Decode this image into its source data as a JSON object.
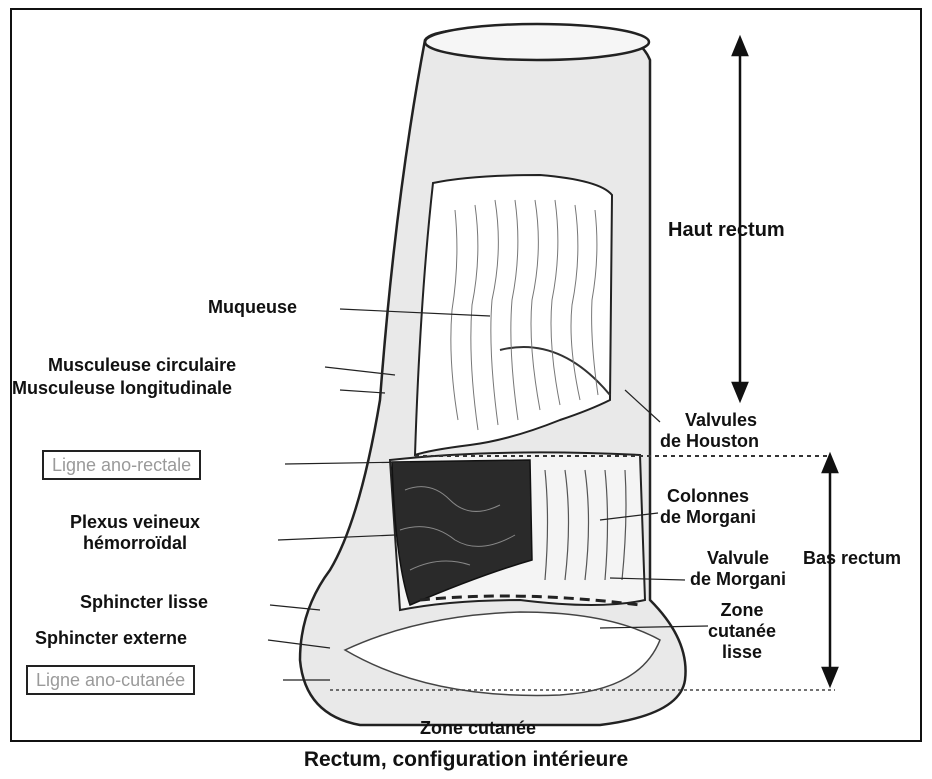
{
  "caption": "Rectum, configuration intérieure",
  "labels": {
    "haut_rectum": "Haut rectum",
    "muqueuse": "Muqueuse",
    "musculeuse_circulaire": "Musculeuse circulaire",
    "musculeuse_longitudinale": "Musculeuse longitudinale",
    "valvules_houston_1": "Valvules",
    "valvules_houston_2": "de Houston",
    "ligne_ano_rectale": "Ligne ano-rectale",
    "plexus_1": "Plexus veineux",
    "plexus_2": "hémorroïdal",
    "colonnes_1": "Colonnes",
    "colonnes_2": "de Morgani",
    "valvule_morgani_1": "Valvule",
    "valvule_morgani_2": "de Morgani",
    "bas_rectum": "Bas rectum",
    "sphincter_lisse": "Sphincter lisse",
    "sphincter_externe": "Sphincter externe",
    "zone_cutanee_lisse_1": "Zone",
    "zone_cutanee_lisse_2": "cutanée",
    "zone_cutanee_lisse_3": "lisse",
    "ligne_ano_cutanee": "Ligne ano-cutanée",
    "zone_cutanee": "Zone cutanée"
  }
}
